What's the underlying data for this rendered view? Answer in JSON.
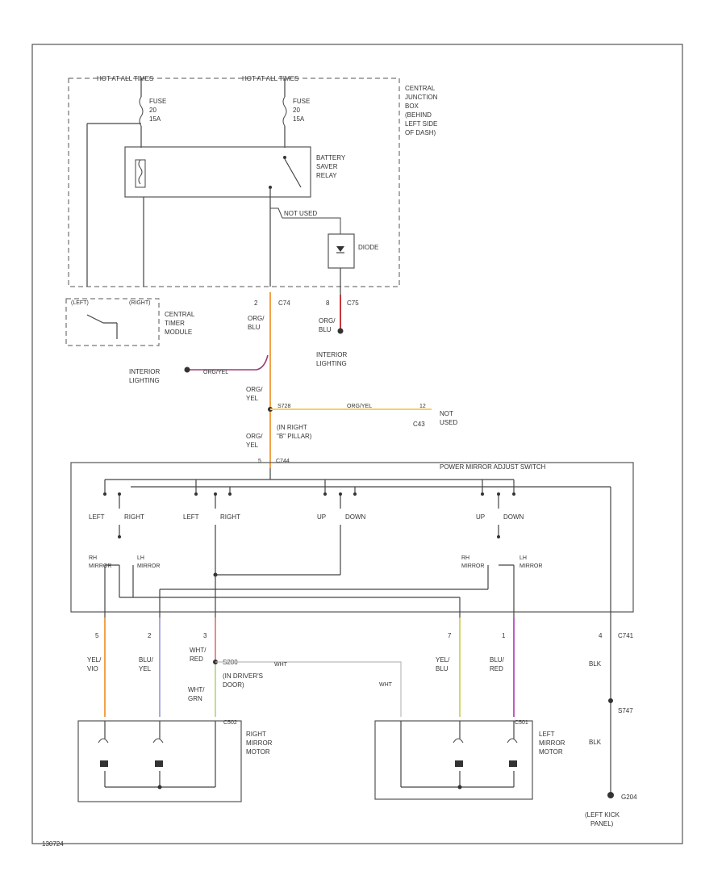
{
  "diagram": {
    "top_left_label": "HOT AT ALL TIMES",
    "top_right_label": "HOT AT ALL TIMES",
    "fuse_left": [
      "FUSE",
      "20",
      "15A"
    ],
    "fuse_right": [
      "FUSE",
      "20",
      "15A"
    ],
    "cjb_label": [
      "CENTRAL",
      "JUNCTION",
      "BOX",
      "(BEHIND",
      "LEFT SIDE",
      "OF DASH)"
    ],
    "relay_label": [
      "BATTERY",
      "SAVER",
      "RELAY"
    ],
    "not_used_top": "NOT USED",
    "diode_label": "DIODE",
    "timer_left": "(LEFT)",
    "timer_right": "(RIGHT)",
    "timer_label": [
      "CENTRAL",
      "TIMER",
      "MODULE"
    ],
    "conn_c1": {
      "pin": "2",
      "id": "C74"
    },
    "conn_c2": {
      "pin": "8",
      "id": "C75"
    },
    "wire_org_blu": [
      "ORG/",
      "BLU"
    ],
    "wire_org_blu_2": [
      "ORG/",
      "BLU"
    ],
    "interior_lighting_right": [
      "INTERIOR",
      "LIGHTING"
    ],
    "interior_lighting_left": [
      "INTERIOR",
      "LIGHTING"
    ],
    "wire_org_yel_label": "ORG/YEL",
    "wire_org_yel_1": [
      "ORG/",
      "YEL"
    ],
    "splice_s": "S728",
    "splice_tail": "ORG/YEL",
    "conn_c43": {
      "pin": "12",
      "id": "C43"
    },
    "not_used_right": [
      "NOT",
      "USED"
    ],
    "pillar_note": [
      "(IN RIGHT",
      "\"B\" PILLAR)"
    ],
    "wire_org_yel_2": [
      "ORG/",
      "YEL"
    ],
    "conn_c7": {
      "pin": "5",
      "id": "C744"
    },
    "switch_label": "POWER MIRROR ADJUST SWITCH",
    "switch_positions": [
      "LEFT",
      "RIGHT",
      "LEFT",
      "RIGHT",
      "UP",
      "DOWN",
      "UP",
      "DOWN"
    ],
    "rh_mirror": [
      "RH",
      "MIRROR"
    ],
    "lh_mirror": [
      "LH",
      "MIRROR"
    ],
    "rh_mirror_2": [
      "RH",
      "MIRROR"
    ],
    "lh_mirror_2": [
      "LH",
      "MIRROR"
    ],
    "pins": [
      "5",
      "2",
      "3",
      "7",
      "1",
      "4"
    ],
    "pin_conn": "C741",
    "wires": {
      "w1": [
        "YEL/",
        "VIO"
      ],
      "w2": [
        "BLU/",
        "YEL"
      ],
      "w3": [
        "WHT/",
        "RED"
      ],
      "w4": [
        "YEL/",
        "BLU"
      ],
      "w5": [
        "BLU/",
        "RED"
      ],
      "w6": "BLK"
    },
    "splice_s200": "S200",
    "wht_label": "WHT",
    "wht_label_2": "WHT",
    "driver_door": [
      "(IN DRIVER'S",
      "DOOR)"
    ],
    "wht_grn": [
      "WHT/",
      "GRN"
    ],
    "motor_conn_r": "C502",
    "motor_conn_l": "C501",
    "right_motor_label": [
      "RIGHT",
      "MIRROR",
      "MOTOR"
    ],
    "left_motor_label": [
      "LEFT",
      "MIRROR",
      "MOTOR"
    ],
    "ground_splice": "S747",
    "blk_2": "BLK",
    "ground_id": "G204",
    "ground_label": [
      "(LEFT KICK",
      "PANEL)"
    ],
    "figure_id": "130724"
  }
}
